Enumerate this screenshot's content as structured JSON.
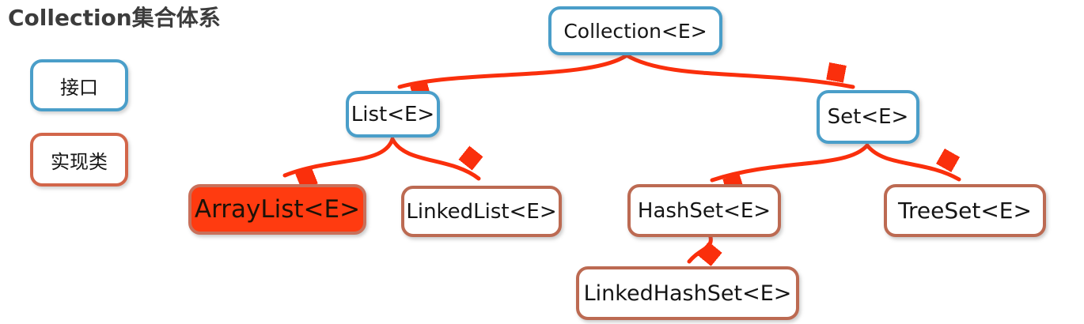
{
  "title": "Collection集合体系",
  "legend": {
    "interface": {
      "label": "接口",
      "border_color": "#4a9ec9"
    },
    "implementation": {
      "label": "实现类",
      "border_color": "#d2664a"
    }
  },
  "colors": {
    "interface_border": "#4a9ec9",
    "implementation_border": "#bc6a52",
    "highlight_fill": "#ff3b10",
    "arrow": "#fa2f0c",
    "title_text": "#3c3c3c",
    "node_text": "#151515"
  },
  "nodes": {
    "collection": {
      "label": "Collection<E>",
      "kind": "interface"
    },
    "list": {
      "label": "List<E>",
      "kind": "interface"
    },
    "set": {
      "label": "Set<E>",
      "kind": "interface"
    },
    "arraylist": {
      "label": "ArrayList<E>",
      "kind": "implementation",
      "highlighted": true
    },
    "linkedlist": {
      "label": "LinkedList<E>",
      "kind": "implementation"
    },
    "hashset": {
      "label": "HashSet<E>",
      "kind": "implementation"
    },
    "treeset": {
      "label": "TreeSet<E>",
      "kind": "implementation"
    },
    "linkedhashset": {
      "label": "LinkedHashSet<E>",
      "kind": "implementation"
    }
  },
  "edges": [
    {
      "from": "collection",
      "to": "list"
    },
    {
      "from": "collection",
      "to": "set"
    },
    {
      "from": "list",
      "to": "arraylist"
    },
    {
      "from": "list",
      "to": "linkedlist"
    },
    {
      "from": "set",
      "to": "hashset"
    },
    {
      "from": "set",
      "to": "treeset"
    },
    {
      "from": "hashset",
      "to": "linkedhashset"
    }
  ]
}
